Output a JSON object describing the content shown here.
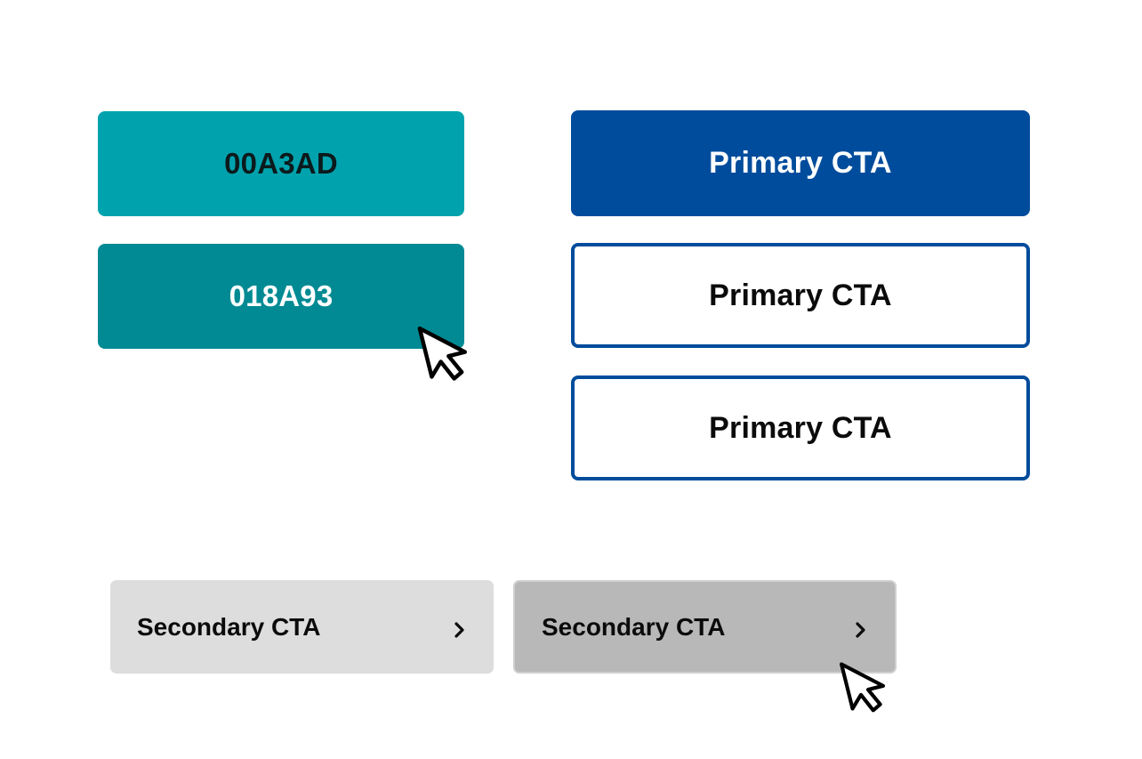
{
  "swatches": [
    {
      "label": "00A3AD",
      "color": "#00A3AD"
    },
    {
      "label": "018A93",
      "color": "#018A93"
    }
  ],
  "primary_buttons": [
    {
      "label": "Primary CTA",
      "style": "filled",
      "color": "#004C9C"
    },
    {
      "label": "Primary CTA",
      "style": "outline",
      "color": "#004C9C"
    },
    {
      "label": "Primary CTA",
      "style": "outline",
      "color": "#004C9C"
    }
  ],
  "secondary_buttons": [
    {
      "label": "Secondary CTA",
      "icon": "chevron-right-icon",
      "background": "#DDDDDD"
    },
    {
      "label": "Secondary CTA",
      "icon": "chevron-right-icon",
      "background": "#B8B8B8",
      "state": "hover"
    }
  ],
  "cursor_icon": "arrow-pointer-icon"
}
